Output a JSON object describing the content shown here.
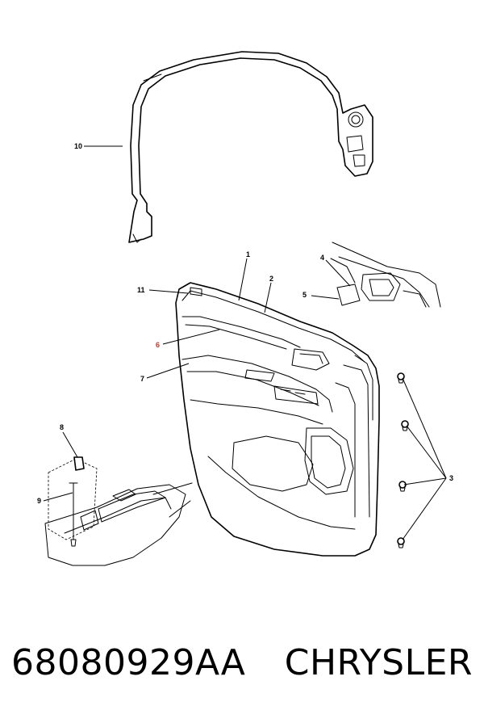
{
  "callouts": {
    "c1": "1",
    "c2": "2",
    "c3": "3",
    "c4": "4",
    "c5": "5",
    "c6": "6",
    "c7": "7",
    "c8": "8",
    "c9": "9",
    "c10": "10",
    "c11": "11"
  },
  "footer": {
    "part_number": "68080929AA",
    "brand": "CHRYSLER"
  },
  "colors": {
    "line": "#000000",
    "highlight_callout": "#c0392b",
    "background": "#ffffff"
  }
}
